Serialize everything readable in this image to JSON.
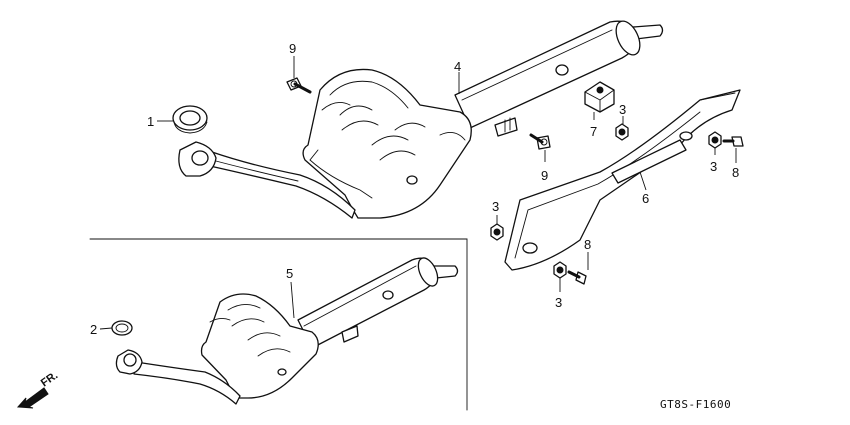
{
  "diagram": {
    "parts": [
      {
        "id": "p1",
        "number": "1"
      },
      {
        "id": "p2",
        "number": "2"
      },
      {
        "id": "p3a",
        "number": "3"
      },
      {
        "id": "p3b",
        "number": "3"
      },
      {
        "id": "p3c",
        "number": "3"
      },
      {
        "id": "p3d",
        "number": "3"
      },
      {
        "id": "p4",
        "number": "4"
      },
      {
        "id": "p5",
        "number": "5"
      },
      {
        "id": "p6",
        "number": "6"
      },
      {
        "id": "p7",
        "number": "7"
      },
      {
        "id": "p8a",
        "number": "8"
      },
      {
        "id": "p8b",
        "number": "8"
      },
      {
        "id": "p9a",
        "number": "9"
      },
      {
        "id": "p9b",
        "number": "9"
      }
    ],
    "direction_label": "FR.",
    "reference_code": "GT8S-F1600"
  }
}
